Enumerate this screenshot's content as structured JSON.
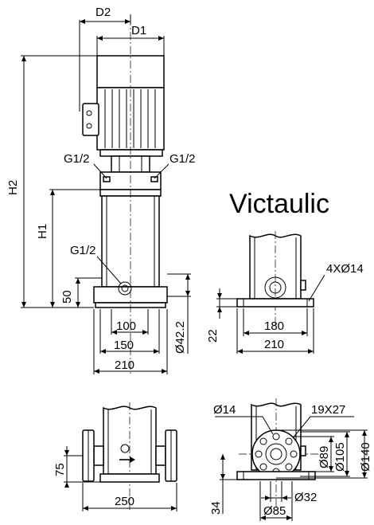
{
  "title": "Victaulic",
  "side_view": {
    "d2": "D2",
    "d1": "D1",
    "h2": "H2",
    "h1": "H1",
    "g_top_left": "G1/2",
    "g_top_right": "G1/2",
    "g_lower": "G1/2",
    "dim_50": "50",
    "dim_100": "100",
    "dim_150": "150",
    "dim_210": "210",
    "dim_dia_42_2": "Ø42.2"
  },
  "victaulic_view": {
    "holes": "4XØ14",
    "dim_22": "22",
    "dim_180": "180",
    "dim_210": "210"
  },
  "bottom_left_view": {
    "dim_75": "75",
    "dim_250": "250"
  },
  "flange_view": {
    "dia_14": "Ø14",
    "slot": "19X27",
    "dia_89": "Ø89",
    "dia_105": "Ø105",
    "dia_140": "Ø140",
    "dim_34": "34",
    "dia_32": "Ø32",
    "dia_85": "Ø85"
  }
}
